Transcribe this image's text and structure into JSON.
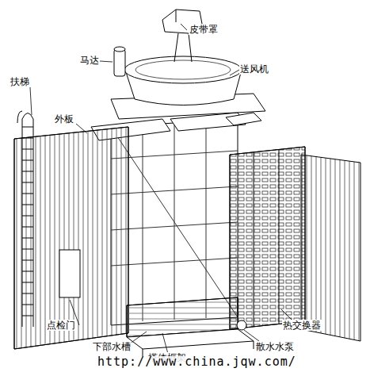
{
  "diagram": {
    "labels": [
      "皮带罩",
      "马达",
      "送风机",
      "扶梯",
      "外板",
      "点检门",
      "下部水槽",
      "塔体框架",
      "散水水泵",
      "热交换器",
      "http://www.china.jqw.com/"
    ]
  }
}
